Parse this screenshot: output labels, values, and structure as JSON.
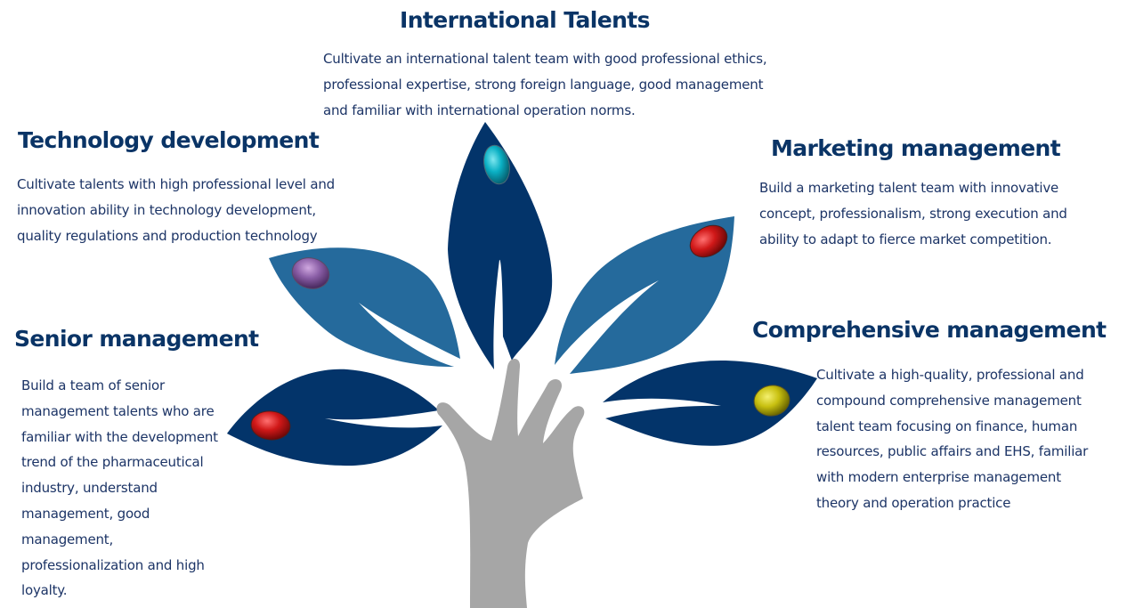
{
  "sections": {
    "international": {
      "title": "International Talents",
      "lines": [
        "Cultivate an international talent team with good professional ethics,",
        "professional expertise, strong foreign language, good management",
        "and familiar with international operation norms."
      ]
    },
    "technology": {
      "title": "Technology development",
      "lines": [
        "Cultivate talents with high professional level and",
        "innovation ability in technology development,",
        "quality regulations and production technology"
      ]
    },
    "marketing": {
      "title": "Marketing management",
      "lines": [
        "Build a marketing talent team with innovative",
        "concept, professionalism, strong execution and",
        "ability to adapt to fierce market competition."
      ]
    },
    "senior": {
      "title": "Senior management",
      "lines": [
        "Build a team of senior",
        "management talents who are",
        "familiar with the development",
        "trend of the pharmaceutical",
        "industry, understand",
        "management, good",
        "management,",
        "professionalization and high",
        "loyalty."
      ]
    },
    "comprehensive": {
      "title": "Comprehensive management",
      "lines": [
        "Cultivate a high-quality, professional and",
        "compound comprehensive management",
        "talent team focusing on finance, human",
        "resources, public affairs and EHS, familiar",
        "with modern enterprise management",
        "theory and operation practice"
      ]
    }
  },
  "colors": {
    "dark_leaf": "#03346a",
    "light_leaf": "#256a9c",
    "hand": "#a6a6a6",
    "heading": "#0a3466"
  }
}
